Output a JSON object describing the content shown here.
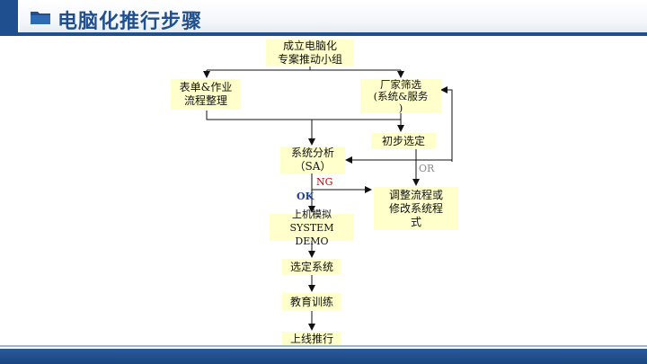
{
  "header": {
    "title": "电脑化推行步骤",
    "icon": "folder-icon",
    "accent_color": "#1f4f8f"
  },
  "flowchart": {
    "node_fill": "#ffffcc",
    "nodes": {
      "committee": "成立电脑化\n专案推动小组",
      "forms": "表单&作业\n流程整理",
      "vendor": "厂家筛选\n(系统&服务\n)",
      "initial": "初步选定",
      "sa": "系统分析\n（SA）",
      "adjust": "调整流程或\n修改系统程\n式",
      "simulate": "上机模拟\nSYSTEM DEMO",
      "select": "选定系统",
      "training": "教育训练",
      "launch": "上线推行"
    },
    "labels": {
      "or": "OR",
      "ng": "NG",
      "ok": "OK"
    },
    "label_colors": {
      "or": "#888888",
      "ng": "#cc0000",
      "ok": "#1f3f8f"
    }
  }
}
